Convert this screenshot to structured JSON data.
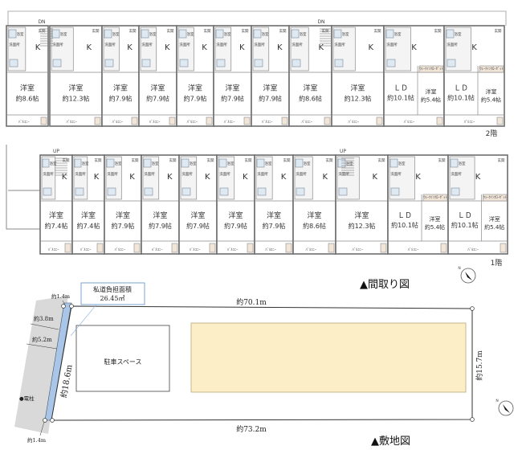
{
  "floor_plan": {
    "floor2": {
      "label": "2階",
      "stairs_label": "DN",
      "units": [
        {
          "room": "洋室",
          "size": "約8.6帖"
        },
        {
          "room": "洋室",
          "size": "約12.3帖"
        },
        {
          "room": "洋室",
          "size": "約7.9帖"
        },
        {
          "room": "洋室",
          "size": "約7.9帖"
        },
        {
          "room": "洋室",
          "size": "約7.9帖"
        },
        {
          "room": "洋室",
          "size": "約7.9帖"
        },
        {
          "room": "洋室",
          "size": "約7.9帖"
        },
        {
          "room": "洋室",
          "size": "約8.6帖"
        },
        {
          "room": "洋室",
          "size": "約12.3帖"
        },
        {
          "room": "ＬＤ",
          "size": "約10.1帖",
          "room2": "洋室",
          "size2": "約5.4帖"
        },
        {
          "room": "ＬＤ",
          "size": "約10.1帖",
          "room2": "洋室",
          "size2": "約5.4帖"
        }
      ]
    },
    "floor1": {
      "label": "1階",
      "stairs_label": "UP",
      "units": [
        {
          "room": "洋室",
          "size": "約7.4帖"
        },
        {
          "room": "洋室",
          "size": "約7.4帖"
        },
        {
          "room": "洋室",
          "size": "約7.9帖"
        },
        {
          "room": "洋室",
          "size": "約7.9帖"
        },
        {
          "room": "洋室",
          "size": "約7.9帖"
        },
        {
          "room": "洋室",
          "size": "約7.9帖"
        },
        {
          "room": "洋室",
          "size": "約7.9帖"
        },
        {
          "room": "洋室",
          "size": "約8.6帖"
        },
        {
          "room": "洋室",
          "size": "約12.3帖"
        },
        {
          "room": "ＬＤ",
          "size": "約10.1帖",
          "room2": "洋室",
          "size2": "約5.4帖"
        },
        {
          "room": "ＬＤ",
          "size": "約10.1帖",
          "room2": "洋室",
          "size2": "約5.4帖"
        }
      ]
    },
    "common_labels": {
      "kitchen": "K",
      "bath": "浴室",
      "washroom": "洗面所",
      "entrance": "玄関",
      "balcony": "ﾊﾞﾙｺﾆｰ",
      "walk_in_closet": "ｳｫｰｸｲﾝｸﾛｰｾﾞｯﾄ"
    },
    "caption": "▲間取り図"
  },
  "site_plan": {
    "caption": "▲敷地図",
    "private_road_label": "私道負担面積",
    "private_road_area": "26.45㎡",
    "top_width": "約70.1m",
    "bottom_width": "約73.2m",
    "right_depth": "約15.7m",
    "left_depth": "約18.6m",
    "road_top": "約1.4m",
    "road_bottom": "約1.4m",
    "road_width_1": "約3.8m",
    "road_width_2": "約5.2m",
    "parking": "駐車スペース",
    "utility_pole": "●電柱",
    "building_fill": "#fcefc8",
    "road_fill": "#d9d9d9",
    "private_road_fill": "#a9c6e8"
  },
  "compass": {
    "north": "N"
  }
}
